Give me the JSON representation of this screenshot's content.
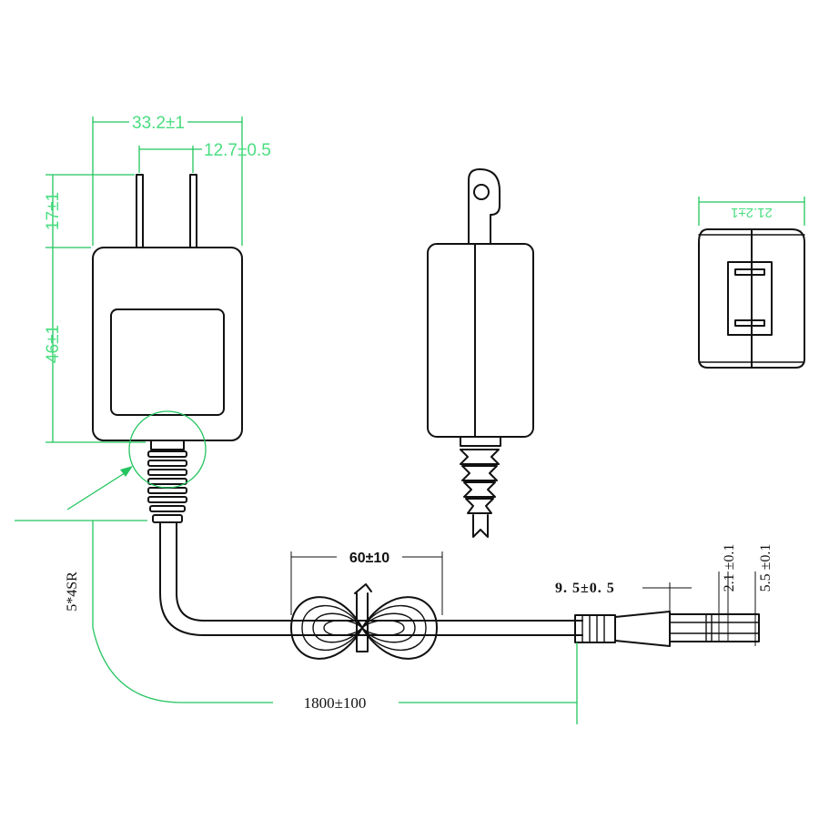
{
  "colors": {
    "outline": "#111111",
    "dimension": "#22c55e",
    "dimension_text": "#4ade80"
  },
  "dimensions": {
    "body_width": "33.2±1",
    "pin_spacing": "12.7±0.5",
    "pin_length": "17±1",
    "body_height": "46±1",
    "plug_thickness": "21.2±1",
    "strain_relief": "5*4SR",
    "coil_length": "60±10",
    "cable_length": "1800±100",
    "barrel_length": "9. 5±0. 5",
    "inner_diameter": "2.1 ±0.1",
    "outer_diameter": "5.5 ±0.1"
  }
}
